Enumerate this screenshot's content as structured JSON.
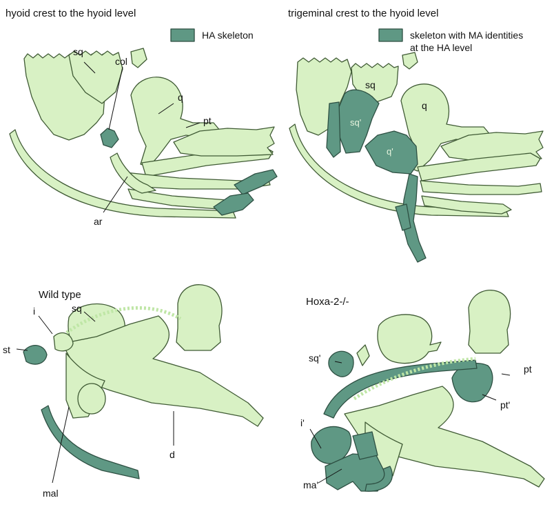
{
  "panels": {
    "top_left": {
      "title": "hyoid crest to the hyoid level",
      "legend": "HA skeleton",
      "labels": {
        "sq": "sq",
        "col": "col",
        "q": "q",
        "pt": "pt",
        "ar": "ar"
      }
    },
    "top_right": {
      "title": "trigeminal crest to the hyoid level",
      "legend_line1": "skeleton with MA identities",
      "legend_line2": "at the HA level",
      "labels": {
        "sq": "sq",
        "sq_prime": "sq'",
        "q": "q",
        "q_prime": "q'"
      }
    },
    "bottom_left": {
      "title": "Wild type",
      "labels": {
        "sq": "sq",
        "i": "i",
        "st": "st",
        "mal": "mal",
        "d": "d"
      }
    },
    "bottom_right": {
      "title": "Hoxa-2-/-",
      "labels": {
        "sq_prime": "sq'",
        "pt": "pt",
        "pt_prime": "pt'",
        "i_prime": "i'",
        "ma_prime": "ma'"
      }
    }
  },
  "colors": {
    "light_skeleton": "#d8f1c4",
    "dark_skeleton": "#5f9884"
  }
}
